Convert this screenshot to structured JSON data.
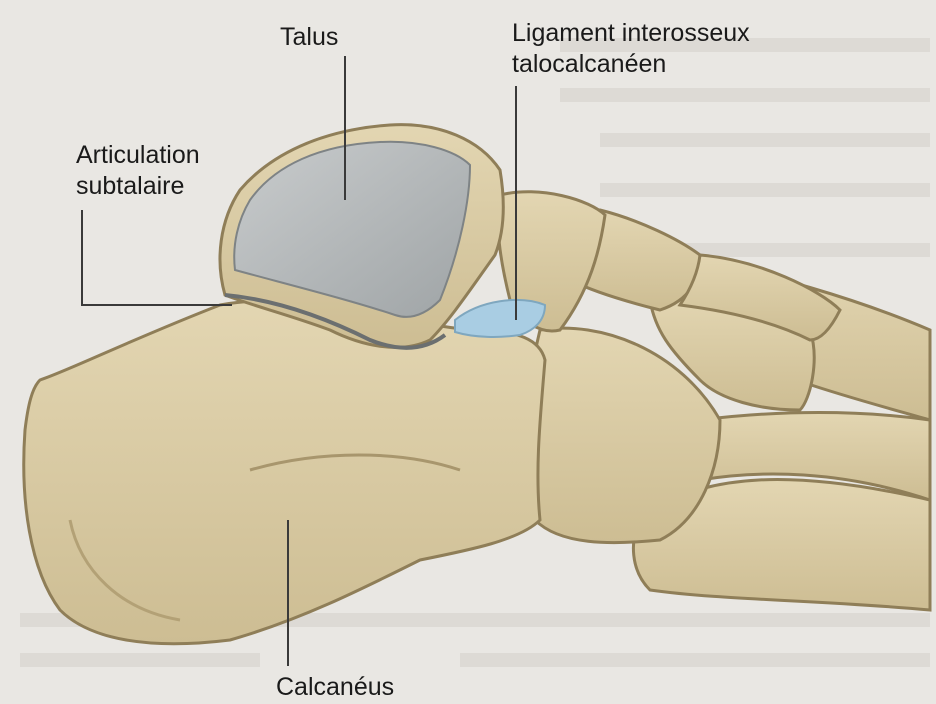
{
  "labels": {
    "talus": "Talus",
    "ligament_line1": "Ligament interosseux",
    "ligament_line2": "talocalcanéen",
    "articulation_line1": "Articulation",
    "articulation_line2": "subtalaire",
    "calcaneus": "Calcanéus"
  },
  "colors": {
    "background": "#e9e7e3",
    "bone": "#d8c9a2",
    "bone_shadow": "#a8966d",
    "cartilage": "#b9bcbd",
    "ligament": "#a9cde3",
    "leader_line": "#3a3a3a"
  }
}
